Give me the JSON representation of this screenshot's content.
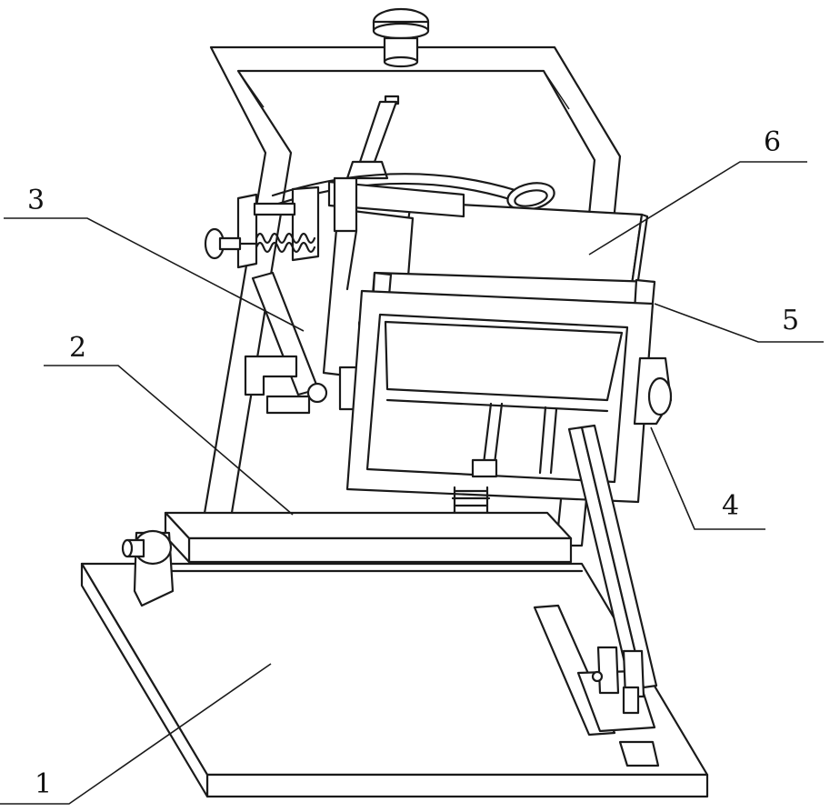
{
  "figure": {
    "labels": [
      {
        "key": "base",
        "text": "1"
      },
      {
        "key": "crossbar",
        "text": "2"
      },
      {
        "key": "spring-clamp",
        "text": "3"
      },
      {
        "key": "holder-frame",
        "text": "4"
      },
      {
        "key": "slide-bracket",
        "text": "5"
      },
      {
        "key": "plate",
        "text": "6"
      }
    ]
  }
}
